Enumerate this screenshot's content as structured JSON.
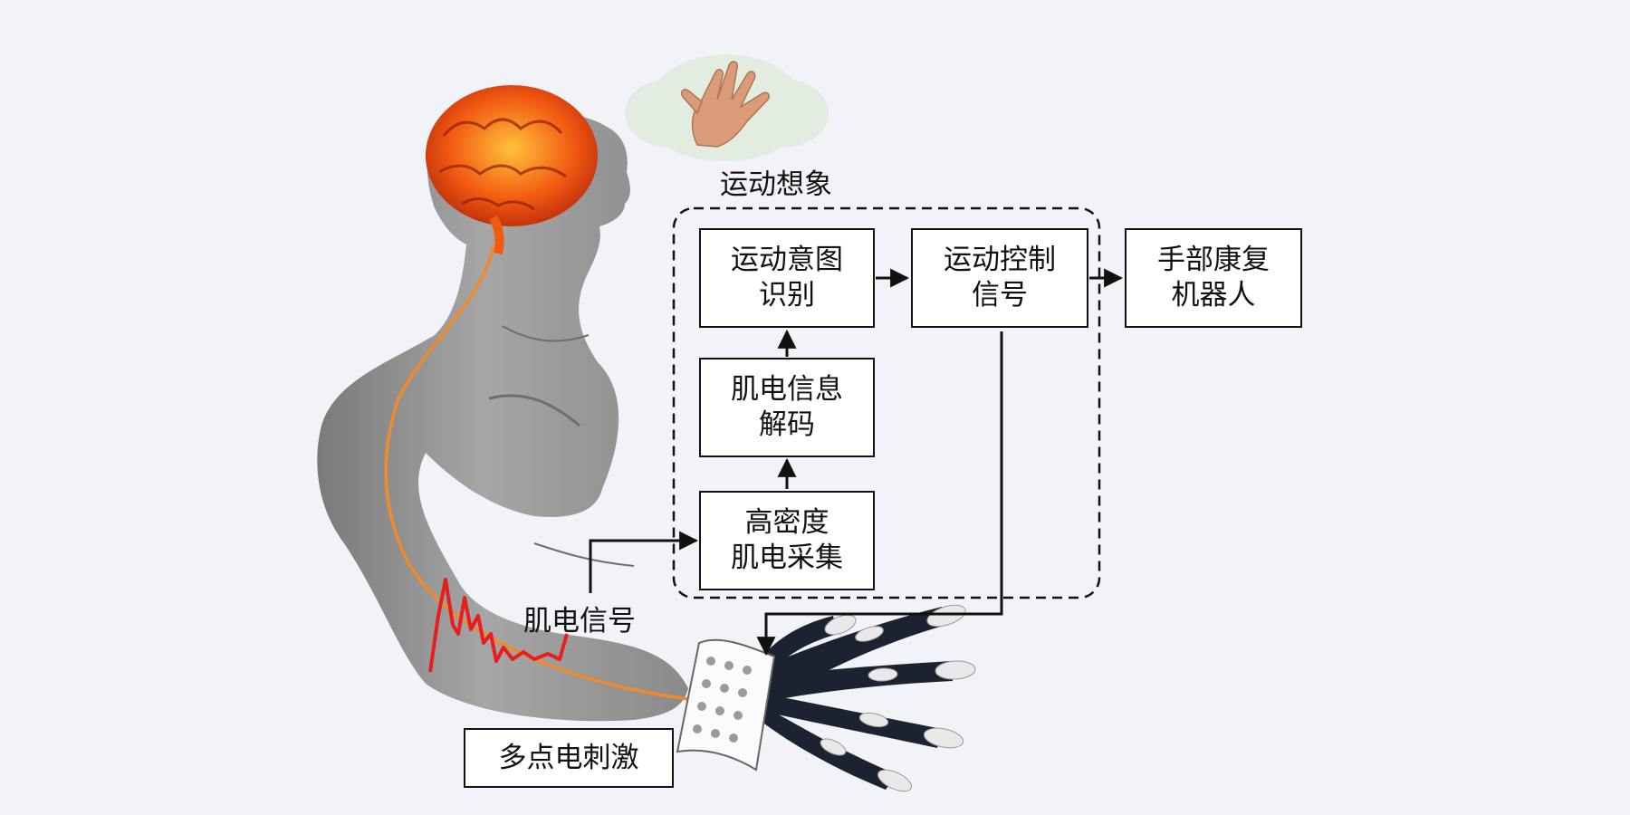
{
  "labels": {
    "motor_imagery": "运动想象",
    "emg_signal": "肌电信号"
  },
  "boxes": {
    "intent_recognition": "运动意图\n识别",
    "control_signal": "运动控制\n信号",
    "hand_robot": "手部康复\n机器人",
    "emg_decoding": "肌电信息\n解码",
    "hd_emg_acquisition": "高密度\n肌电采集",
    "multipoint_stim": "多点电刺激"
  },
  "icons": {
    "brain": "brain-icon",
    "hand": "hand-icon",
    "body": "human-torso-illustration",
    "glove": "robotic-glove-icon",
    "electrode": "electrode-array-icon"
  },
  "colors": {
    "background": "#f2f3f8",
    "nerve_line": "#f08a2c",
    "emg_wave": "#e81e1e",
    "brain": "#f25a12",
    "skin": "#8f8f8f"
  }
}
